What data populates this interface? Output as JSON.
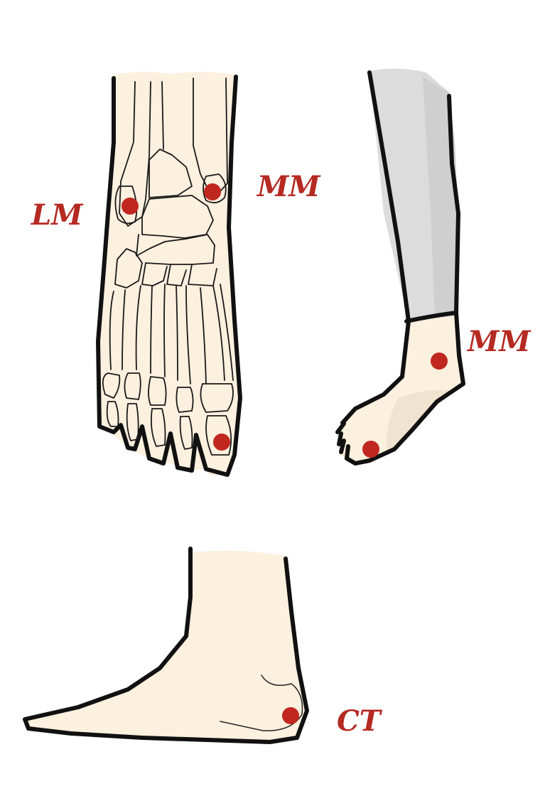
{
  "labels": {
    "lm_front": "LM",
    "mm_front": "MM",
    "mm_side": "MM",
    "ct_lateral": "CT"
  },
  "colors": {
    "skin": "#fcf0df",
    "skin_shade": "#f0e3cf",
    "marker": "#c0271f",
    "label": "#b52a22",
    "leg_gray": "#dcdcdc",
    "leg_gray_dark": "#cfcfcf",
    "outline": "#111111"
  }
}
